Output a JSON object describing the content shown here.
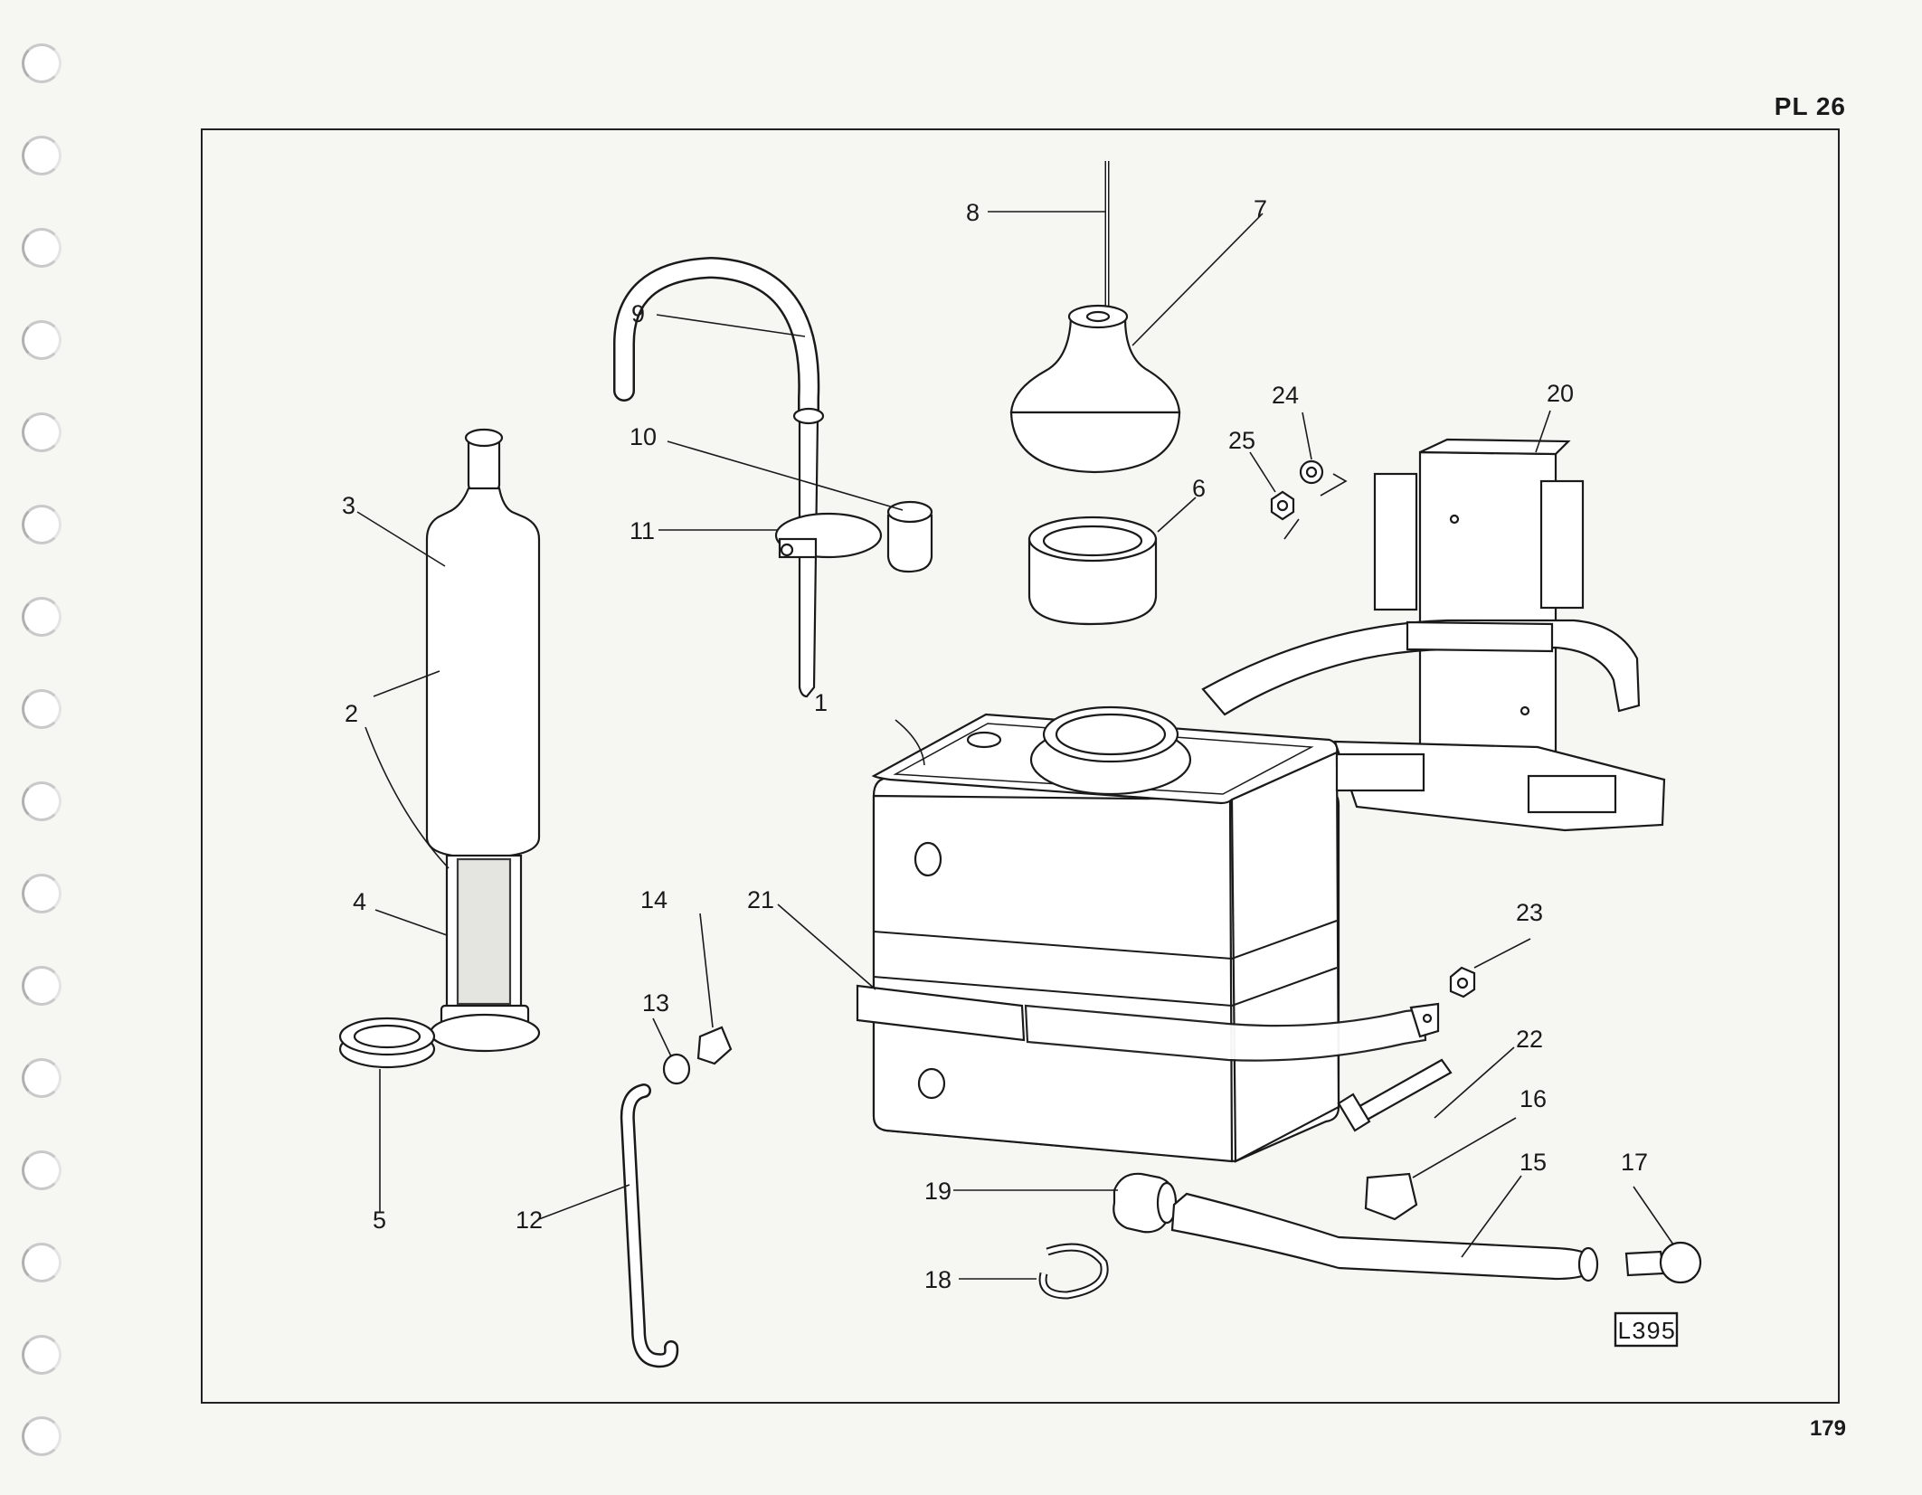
{
  "page": {
    "plate_number": "PL 26",
    "page_number": "179",
    "reference_code": "L395"
  },
  "binder_holes": [
    70,
    172,
    274,
    376,
    478,
    580,
    682,
    784,
    886,
    988,
    1090,
    1192,
    1294,
    1396,
    1498,
    1588
  ],
  "callouts": [
    {
      "id": "1",
      "label": "1"
    },
    {
      "id": "2",
      "label": "2"
    },
    {
      "id": "3",
      "label": "3"
    },
    {
      "id": "4",
      "label": "4"
    },
    {
      "id": "5",
      "label": "5"
    },
    {
      "id": "6",
      "label": "6"
    },
    {
      "id": "7",
      "label": "7"
    },
    {
      "id": "8",
      "label": "8"
    },
    {
      "id": "9",
      "label": "9"
    },
    {
      "id": "10",
      "label": "10"
    },
    {
      "id": "11",
      "label": "11"
    },
    {
      "id": "12",
      "label": "12"
    },
    {
      "id": "13",
      "label": "13"
    },
    {
      "id": "14",
      "label": "14"
    },
    {
      "id": "15",
      "label": "15"
    },
    {
      "id": "16",
      "label": "16"
    },
    {
      "id": "17",
      "label": "17"
    },
    {
      "id": "18",
      "label": "18"
    },
    {
      "id": "19",
      "label": "19"
    },
    {
      "id": "20",
      "label": "20"
    },
    {
      "id": "21",
      "label": "21"
    },
    {
      "id": "22",
      "label": "22"
    },
    {
      "id": "23",
      "label": "23"
    },
    {
      "id": "24",
      "label": "24"
    },
    {
      "id": "25",
      "label": "25"
    }
  ]
}
